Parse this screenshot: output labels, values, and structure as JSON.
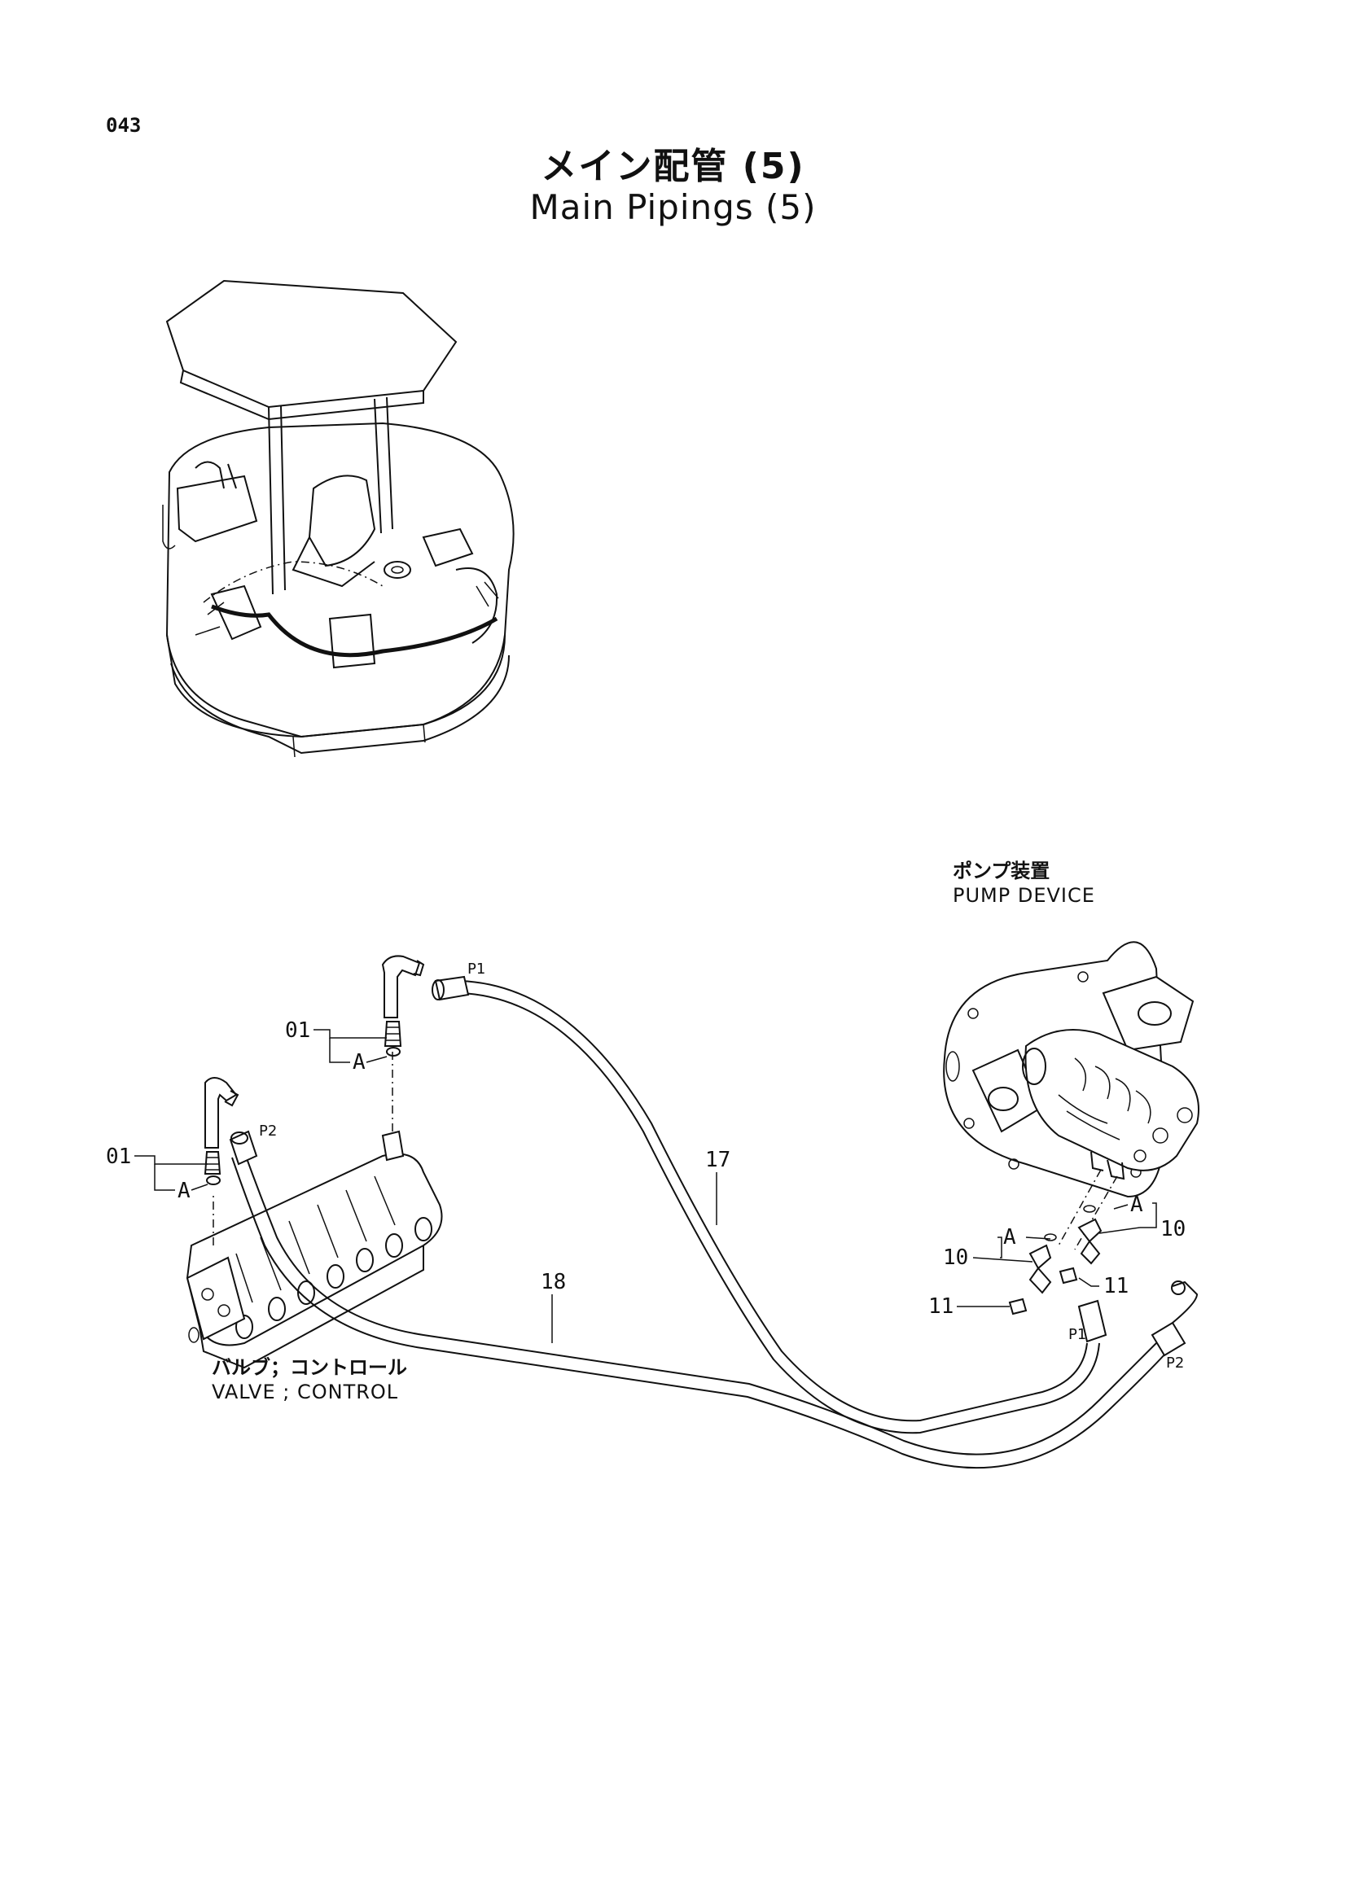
{
  "page": {
    "number": "043",
    "title_jp": "メイン配管 (5)",
    "title_en": "Main Pipings (5)"
  },
  "labels": {
    "pump_device": {
      "jp": "ポンプ装置",
      "en": "PUMP DEVICE"
    },
    "control_valve": {
      "jp": "バルブ；コントロール",
      "en": "VALVE ; CONTROL"
    }
  },
  "callouts": {
    "fitting_upper": "01",
    "fitting_lower": "01",
    "oring_upper": "A",
    "oring_lower": "A",
    "hose_17": "17",
    "hose_18": "18",
    "pump_fitting_right": "10",
    "pump_fitting_left": "10",
    "pump_oring_right": "A",
    "pump_oring_left": "A",
    "plug_right": "11",
    "plug_left": "11"
  },
  "ports": {
    "valve_p1": "P1",
    "valve_p2": "P2",
    "pump_p1": "P1",
    "pump_p2": "P2"
  },
  "colors": {
    "ink": "#111111",
    "paper": "#ffffff"
  }
}
